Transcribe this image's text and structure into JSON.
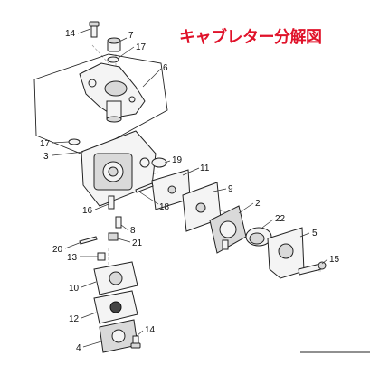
{
  "title": "キャブレター分解図",
  "part_labels": [
    "14",
    "7",
    "17",
    "6",
    "17",
    "3",
    "19",
    "11",
    "18",
    "9",
    "16",
    "2",
    "8",
    "22",
    "5",
    "20",
    "21",
    "13",
    "15",
    "10",
    "12",
    "4",
    "14"
  ]
}
